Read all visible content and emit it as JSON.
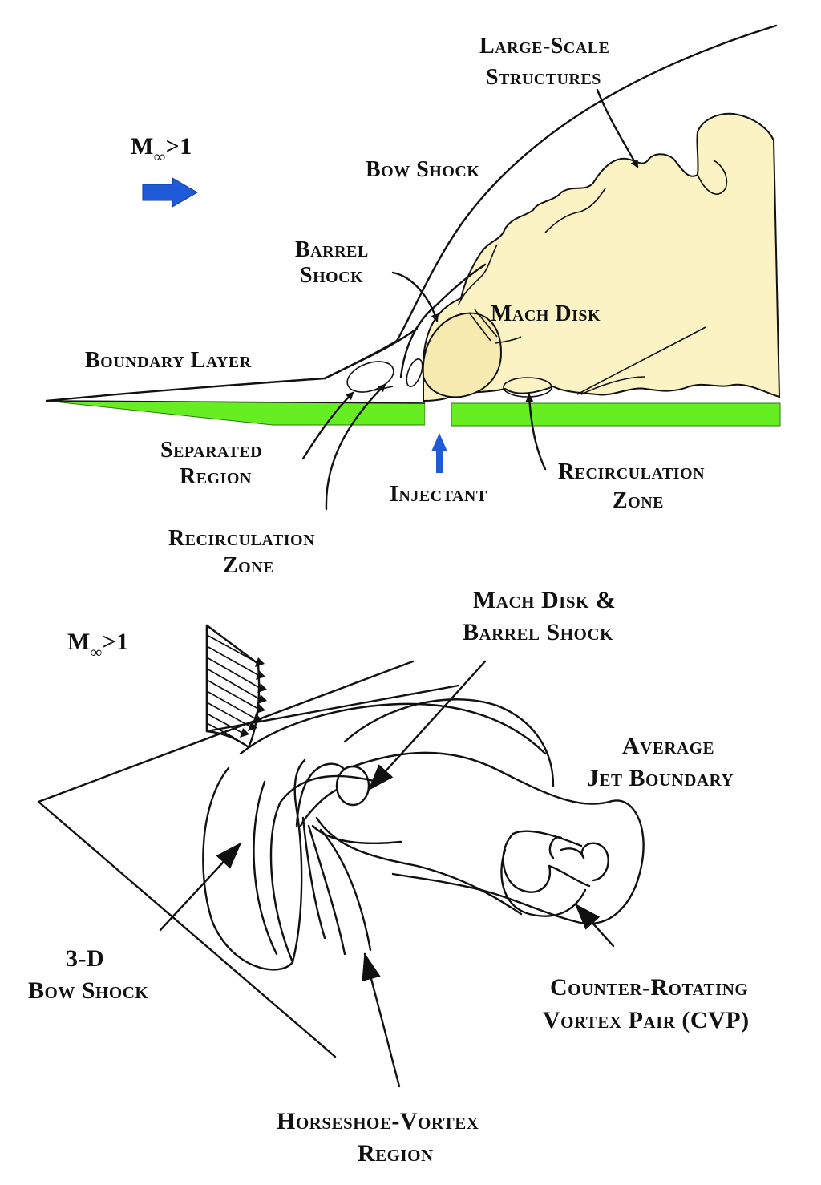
{
  "colors": {
    "plate": "#66ee22",
    "jet": "#fbf3c4",
    "arrow": "#1f5bd8",
    "ink": "#111111"
  },
  "top": {
    "mach": {
      "m": "M",
      "sub": "∞",
      "rest": ">1"
    },
    "large_scale_1": "Large-Scale",
    "large_scale_2": "Structures",
    "bow_shock": "Bow Shock",
    "barrel_1": "Barrel",
    "barrel_2": "Shock",
    "mach_disk": "Mach Disk",
    "boundary_layer": "Boundary Layer",
    "separated_1": "Separated",
    "separated_2": "Region",
    "injectant": "Injectant",
    "recirc_right_1": "Recirculation",
    "recirc_right_2": "Zone",
    "recirc_left_1": "Recirculation",
    "recirc_left_2": "Zone"
  },
  "bottom": {
    "mach": {
      "m": "M",
      "sub": "∞",
      "rest": ">1"
    },
    "mach_disk_1": "Mach Disk &",
    "mach_disk_2": "Barrel Shock",
    "avg_jet_1": "Average",
    "avg_jet_2": "Jet Boundary",
    "bow_3d_1": "3-D",
    "bow_3d_2": "Bow Shock",
    "cvp_1": "Counter-Rotating",
    "cvp_2": "Vortex Pair (CVP)",
    "horseshoe_1": "Horseshoe-Vortex",
    "horseshoe_2": "Region"
  }
}
